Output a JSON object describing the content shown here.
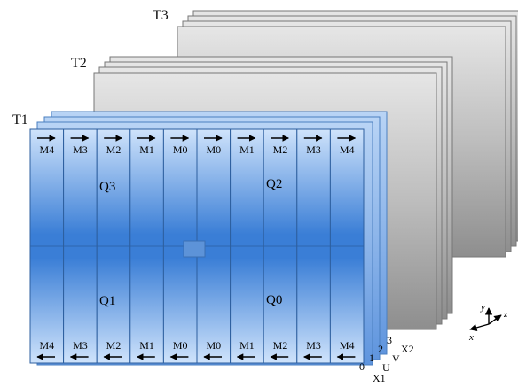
{
  "stations": [
    {
      "label": "T3"
    },
    {
      "label": "T2"
    },
    {
      "label": "T1"
    }
  ],
  "modules_top": [
    "M4",
    "M3",
    "M2",
    "M1",
    "M0",
    "M0",
    "M1",
    "M2",
    "M3",
    "M4"
  ],
  "modules_bottom": [
    "M4",
    "M3",
    "M2",
    "M1",
    "M0",
    "M0",
    "M1",
    "M2",
    "M3",
    "M4"
  ],
  "quadrants": [
    {
      "label": "Q3",
      "pos": "upper-left"
    },
    {
      "label": "Q2",
      "pos": "upper-right"
    },
    {
      "label": "Q1",
      "pos": "lower-left"
    },
    {
      "label": "Q0",
      "pos": "lower-right"
    }
  ],
  "planes": {
    "numbers": [
      "0",
      "1",
      "2",
      "3"
    ],
    "names": [
      "X1",
      "U",
      "V",
      "X2"
    ]
  },
  "axes": {
    "x": "x",
    "y": "y",
    "z": "z"
  },
  "colors": {
    "module_blue_light": "#bcd8f8",
    "module_blue_dark": "#2f6fc4",
    "gray_plane_light": "#d4d4d4",
    "gray_plane_dark": "#8a8a8a"
  }
}
